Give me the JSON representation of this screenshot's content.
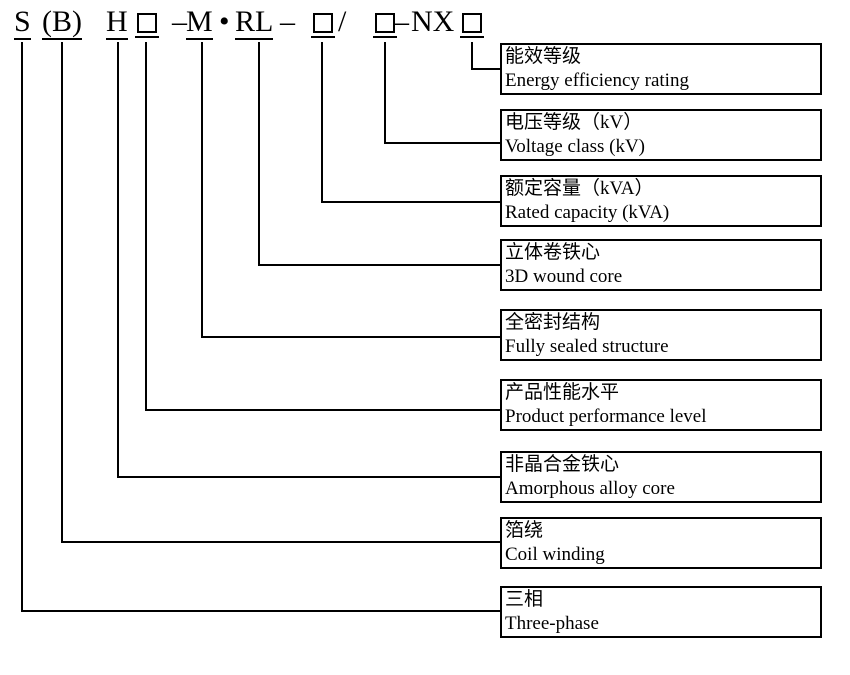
{
  "diagram": {
    "title_code": "S (B) H □ –M • RL – □ / □– NX□",
    "model_code_tokens": [
      {
        "text": "S",
        "kind": "text",
        "underline": true
      },
      {
        "text": "(B)",
        "kind": "text",
        "underline": true
      },
      {
        "text": "H",
        "kind": "text",
        "underline": true
      },
      {
        "text": "□",
        "kind": "square",
        "underline": true
      },
      {
        "text": "–",
        "kind": "text",
        "underline": false
      },
      {
        "text": "M",
        "kind": "text",
        "underline": true
      },
      {
        "text": "•",
        "kind": "text",
        "underline": false
      },
      {
        "text": "RL",
        "kind": "text",
        "underline": true
      },
      {
        "text": "–",
        "kind": "text",
        "underline": false
      },
      {
        "text": "□",
        "kind": "square",
        "underline": true
      },
      {
        "text": "/",
        "kind": "text",
        "underline": false
      },
      {
        "text": "□",
        "kind": "square",
        "underline": true
      },
      {
        "text": "–",
        "kind": "text",
        "underline": false
      },
      {
        "text": "NX",
        "kind": "text",
        "underline": false
      },
      {
        "text": "□",
        "kind": "square",
        "underline": true
      }
    ],
    "labels": [
      {
        "zh": "能效等级",
        "en": "Energy efficiency rating"
      },
      {
        "zh": "电压等级（kV）",
        "en": "Voltage class (kV)"
      },
      {
        "zh": "额定容量（kVA）",
        "en": "Rated capacity (kVA)"
      },
      {
        "zh": "立体卷铁心",
        "en": "3D wound core"
      },
      {
        "zh": "全密封结构",
        "en": "Fully sealed structure"
      },
      {
        "zh": "产品性能水平",
        "en": "Product performance level"
      },
      {
        "zh": "非晶合金铁心",
        "en": "Amorphous alloy core"
      },
      {
        "zh": "箔绕",
        "en": "Coil winding"
      },
      {
        "zh": "三相",
        "en": "Three-phase"
      }
    ],
    "colors": {
      "ink": "#000000",
      "background": "#ffffff"
    }
  }
}
